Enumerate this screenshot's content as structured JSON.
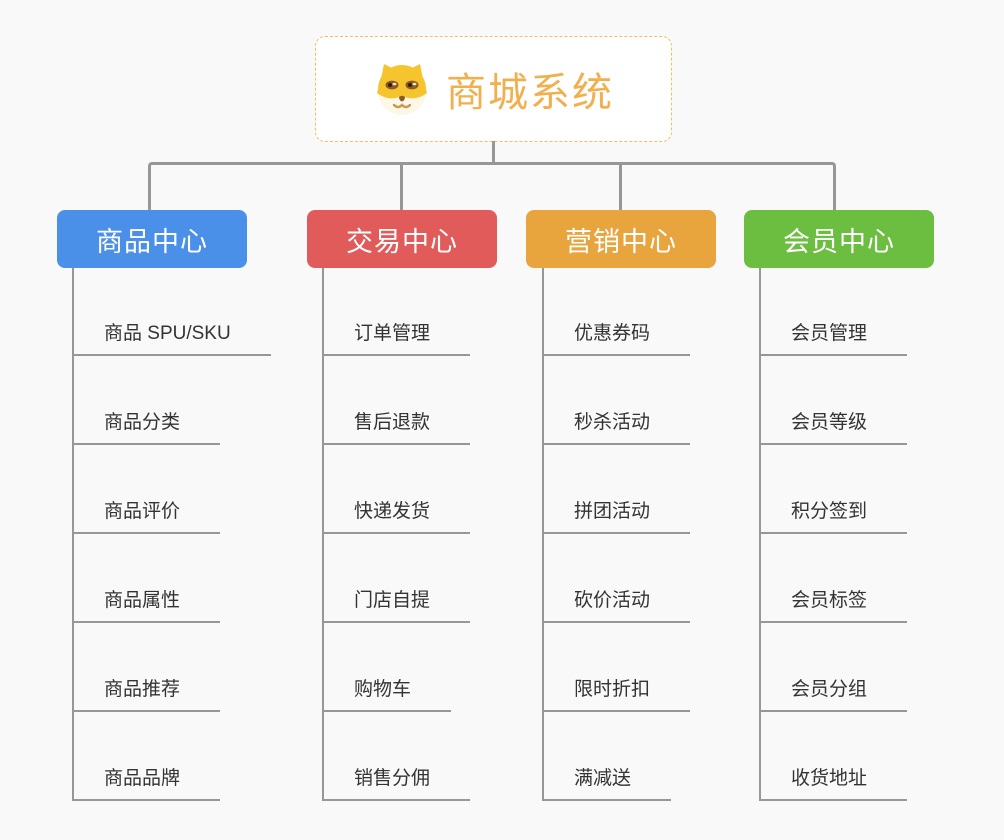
{
  "root": {
    "title": "商城系统",
    "icon": "dog-face-icon",
    "title_color": "#f1af4d",
    "border_color": "#f6bd5a"
  },
  "branches": [
    {
      "label": "商品中心",
      "color": "#4a8fe8",
      "children": [
        "商品 SPU/SKU",
        "商品分类",
        "商品评价",
        "商品属性",
        "商品推荐",
        "商品品牌"
      ]
    },
    {
      "label": "交易中心",
      "color": "#e25b5b",
      "children": [
        "订单管理",
        "售后退款",
        "快递发货",
        "门店自提",
        "购物车",
        "销售分佣"
      ]
    },
    {
      "label": "营销中心",
      "color": "#e8a43d",
      "children": [
        "优惠券码",
        "秒杀活动",
        "拼团活动",
        "砍价活动",
        "限时折扣",
        "满减送"
      ]
    },
    {
      "label": "会员中心",
      "color": "#6cbe40",
      "children": [
        "会员管理",
        "会员等级",
        "积分签到",
        "会员标签",
        "会员分组",
        "收货地址"
      ]
    }
  ],
  "style": {
    "background": "#f9f9f9",
    "line_color": "#979797",
    "child_text_color": "#333333"
  }
}
